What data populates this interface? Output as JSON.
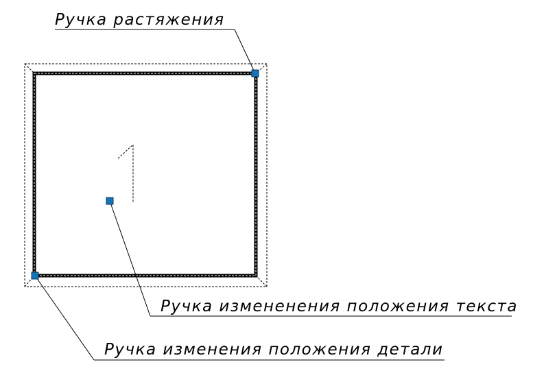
{
  "callouts": {
    "stretch_grip": "Ручка растяжения",
    "text_position_grip": "Ручка измененения положения текста",
    "part_position_grip": "Ручка изменения положения детали"
  },
  "part": {
    "label": "1"
  },
  "colors": {
    "grip_fill": "#1573b8",
    "outline": "#000000",
    "background": "#ffffff"
  }
}
